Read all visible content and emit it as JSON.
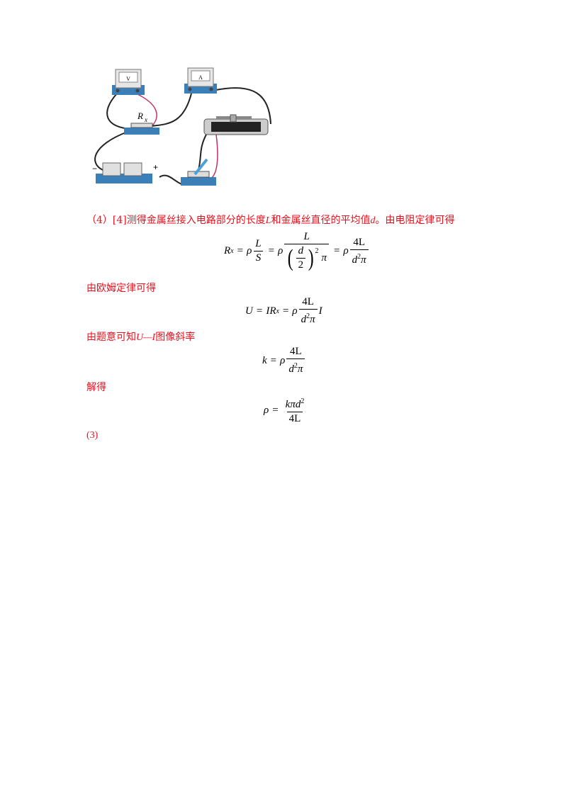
{
  "figure": {
    "voltmeter_label": "V",
    "ammeter_label": "A",
    "resistor_label": "R",
    "resistor_sub": "x",
    "minus": "−",
    "plus": "+"
  },
  "para1": {
    "prefix": "（4）[4]测得金属丝接入电路部分的长度",
    "L": "L",
    "mid": "和金属丝直径的平均值",
    "d": "d",
    "suffix": "。由电阻定律可得"
  },
  "eq1": {
    "R": "R",
    "x": "x",
    "eq": "=",
    "rho": "ρ",
    "L": "L",
    "S": "S",
    "d": "d",
    "two": "2",
    "sq": "2",
    "pi": "π",
    "fourL": "4L",
    "d2": "d",
    "d2sup": "2",
    "pi2": "π"
  },
  "para2": {
    "text": "由欧姆定律可得"
  },
  "eq2": {
    "U": "U",
    "eq": "=",
    "I": "I",
    "R": "R",
    "x": "x",
    "rho": "ρ",
    "fourL": "4L",
    "d": "d",
    "sq": "2",
    "pi": "π",
    "I2": "I"
  },
  "para3": {
    "prefix": "由题意可知",
    "UI": "U—I",
    "suffix": "图像斜率"
  },
  "eq3": {
    "k": "k",
    "eq": "=",
    "rho": "ρ",
    "fourL": "4L",
    "d": "d",
    "sq": "2",
    "pi": "π"
  },
  "para4": {
    "text": "解得"
  },
  "eq4": {
    "rho": "ρ",
    "eq": "=",
    "num": "kπd",
    "sq": "2",
    "den": "4L"
  },
  "para5": {
    "text": "(3)"
  }
}
